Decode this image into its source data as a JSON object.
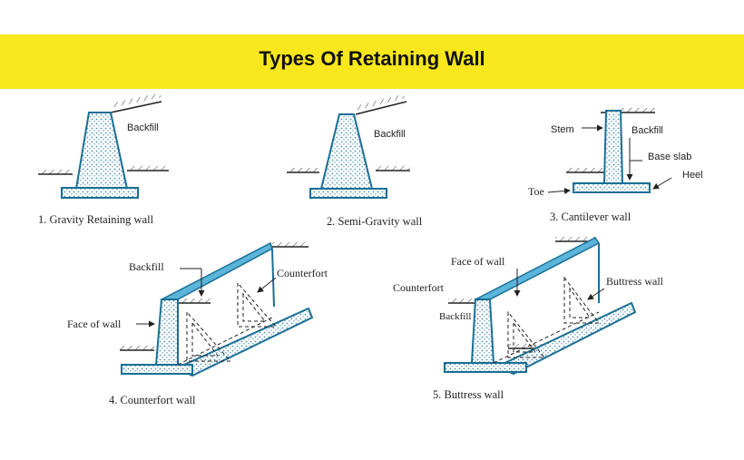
{
  "title": "Types Of Retaining Wall",
  "colors": {
    "banner": "#f8e71c",
    "wall_fill": "#5bb4d9",
    "wall_stroke": "#1a6f95"
  },
  "gravity": {
    "backfill": "Backfill",
    "caption": "1. Gravity Retaining wall"
  },
  "semi_gravity": {
    "backfill": "Backfill",
    "caption": "2. Semi-Gravity wall"
  },
  "cantilever": {
    "stem": "Stem",
    "backfill": "Backfill",
    "base_slab": "Base slab",
    "heel": "Heel",
    "toe": "Toe",
    "caption": "3. Cantilever wall"
  },
  "counterfort": {
    "backfill": "Backfill",
    "counterfort": "Counterfort",
    "face_of_wall": "Face of wall",
    "caption": "4. Counterfort wall"
  },
  "buttress": {
    "face_of_wall": "Face of wall",
    "counterfort": "Counterfort",
    "buttress_wall": "Buttress wall",
    "backfill": "Backfill",
    "caption": "5. Buttress wall"
  }
}
